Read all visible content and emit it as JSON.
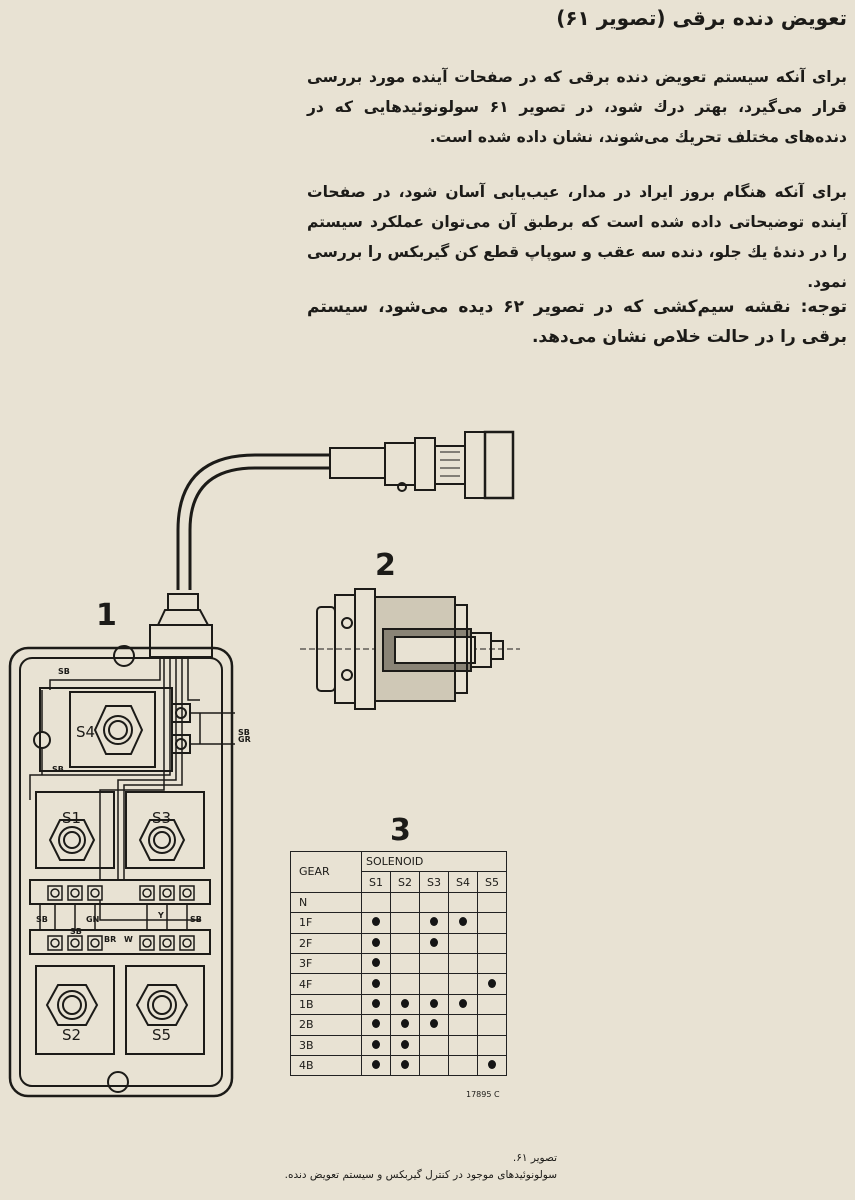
{
  "title": "تعویض دنده برقی (تصویر ۶۱)",
  "paragraphs": [
    "برای آنکه سیستم تعویض دنده برقی که در صفحات آینده مورد بررسی قرار می‌گیرد، بهتر درك شود، در تصویر ۶۱ سولونوئیدهایی که در دنده‌های مختلف تحریك می‌شوند، نشان داده شده است.",
    "برای آنکه هنگام بروز ایراد در مدار، عیب‌یابی آسان شود، در صفحات آینده توضیحاتی داده شده است که برطبق آن می‌توان عملکرد سیستم را در دندهٔ یك جلو، دنده سه عقب و سوپاپ قطع کن گیربکس را بررسی نمود.",
    "توجه: نقشه سیم‌کشی که در تصویر ۶۲ دیده می‌شود، سیستم برقی را در حالت خلاص نشان می‌دهد."
  ],
  "figure_labels": [
    "1",
    "2",
    "3"
  ],
  "diagram1": {
    "solenoids": [
      "S4",
      "S1",
      "S3",
      "S2",
      "S5"
    ],
    "wire_labels": [
      "SB",
      "SB",
      "GR",
      "SB",
      "SB",
      "GN",
      "Y",
      "SB",
      "SB",
      "BR",
      "W"
    ]
  },
  "table": {
    "header_gear": "GEAR",
    "header_solenoid": "SOLENOID",
    "solenoids": [
      "S1",
      "S2",
      "S3",
      "S4",
      "S5"
    ],
    "rows": [
      {
        "gear": "N",
        "on": [
          false,
          false,
          false,
          false,
          false
        ]
      },
      {
        "gear": "1F",
        "on": [
          true,
          false,
          true,
          true,
          false
        ]
      },
      {
        "gear": "2F",
        "on": [
          true,
          false,
          true,
          false,
          false
        ]
      },
      {
        "gear": "3F",
        "on": [
          true,
          false,
          false,
          false,
          false
        ]
      },
      {
        "gear": "4F",
        "on": [
          true,
          false,
          false,
          false,
          true
        ]
      },
      {
        "gear": "1B",
        "on": [
          true,
          true,
          true,
          true,
          false
        ]
      },
      {
        "gear": "2B",
        "on": [
          true,
          true,
          true,
          false,
          false
        ]
      },
      {
        "gear": "3B",
        "on": [
          true,
          true,
          false,
          false,
          false
        ]
      },
      {
        "gear": "4B",
        "on": [
          true,
          true,
          false,
          false,
          true
        ]
      }
    ]
  },
  "ref_code": "17895 C",
  "caption": {
    "line1": "تصویر ۶۱.",
    "line2": "سولونوئیدهای موجود در کنترل گیربکس و سیستم تعویض دنده."
  }
}
